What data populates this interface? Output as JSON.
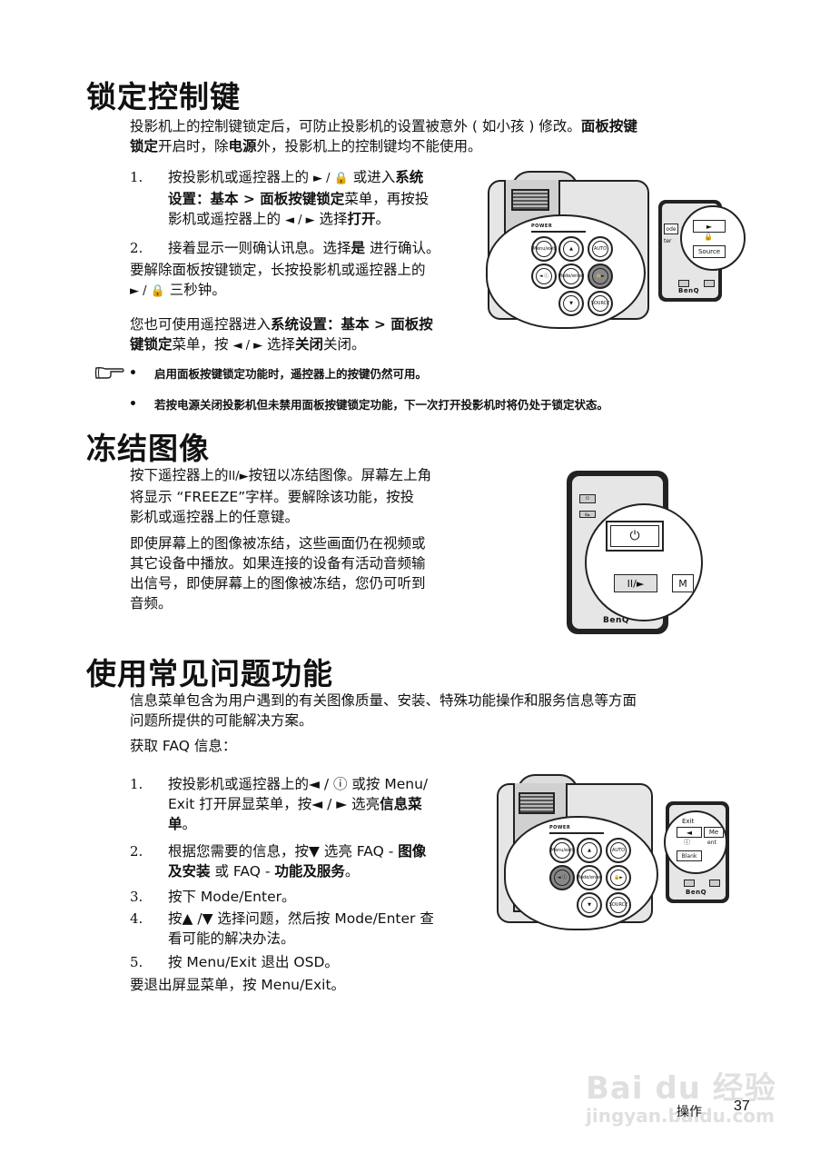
{
  "sections": {
    "lock": {
      "title": "锁定控制键",
      "intro_line1": "投影机上的控制键锁定后，可防止投影机的设置被意外 ( 如小孩 ) 修改。",
      "intro_bold1": "面板按键",
      "intro_bold2": "锁定",
      "intro_line2_rest": "开启时，除",
      "intro_bold3": "电源",
      "intro_line2_end": "外，投影机上的控制键均不能使用。",
      "steps": [
        {
          "num": "1.",
          "l1a": "按投影机或遥控器上的 ",
          "l1sym": "► / 🔒",
          "l1b": " 或进入",
          "l1bold": "系统",
          "l2bold": "设置：基本 > 面板按键锁定",
          "l2rest": "菜单，再按投",
          "l3a": "影机或遥控器上的 ",
          "l3sym": "◄ / ►",
          "l3b": " 选择",
          "l3bold": "打开",
          "l3end": "。"
        },
        {
          "num": "2.",
          "text_a": "接着显示一则确认讯息。选择",
          "text_bold": "是",
          "text_b": " 进行确认。"
        }
      ],
      "unlock_line1": "要解除面板按键锁定，长按投影机或遥控器上的",
      "unlock_sym": "► / 🔒",
      "unlock_line2": " 三秒钟。",
      "remote_line1_a": "您也可使用遥控器进入",
      "remote_line1_bold": "系统设置：基本 > 面板按",
      "remote_line2_bold": "键锁定",
      "remote_line2_a": "菜单，按 ",
      "remote_line2_sym": "◄ / ►",
      "remote_line2_b": " 选择",
      "remote_line2_bold2": "关闭",
      "remote_line2_end": "关闭。",
      "notes": [
        "启用面板按键锁定功能时，遥控器上的按键仍然可用。",
        "若按电源关闭投影机但未禁用面板按键锁定功能，下一次打开投影机时将仍处于锁定状态。"
      ]
    },
    "freeze": {
      "title": "冻结图像",
      "p1_l1a": "按下遥控器上的",
      "p1_l1sym": "II/►",
      "p1_l1b": "按钮以冻结图像。屏幕左上角",
      "p1_l2": "将显示 “FREEZE”字样。要解除该功能，按投",
      "p1_l3": "影机或遥控器上的任意键。",
      "p2_lines": [
        "即使屏幕上的图像被冻结，这些画面仍在视频或",
        "其它设备中播放。如果连接的设备有活动音频输",
        "出信号，即使屏幕上的图像被冻结，您仍可听到",
        "音频。"
      ]
    },
    "faq": {
      "title": "使用常见问题功能",
      "intro_l1": "信息菜单包含为用户遇到的有关图像质量、安装、特殊功能操作和服务信息等方面",
      "intro_l2": "问题所提供的可能解决方案。",
      "get_info": "获取 FAQ 信息：",
      "steps": [
        {
          "num": "1.",
          "l1": "按投影机或遥控器上的◄ / ⓘ 或按 Menu/",
          "l2": "Exit 打开屏显菜单，按◄ / ►  选亮",
          "l2bold": "信息菜",
          "l3bold": "单",
          "l3end": "。"
        },
        {
          "num": "2.",
          "l1": "根据您需要的信息，按▼ 选亮 FAQ - ",
          "l1bold": "图像",
          "l2bold": "及安装",
          "l2mid": " 或 FAQ - ",
          "l2bold2": "功能及服务",
          "l2end": "。"
        },
        {
          "num": "3.",
          "l1": "按下 Mode/Enter。"
        },
        {
          "num": "4.",
          "l1": "按▲ /▼ 选择问题，然后按 Mode/Enter 查",
          "l2": "看可能的解决办法。"
        },
        {
          "num": "5.",
          "l1": "按 Menu/Exit 退出 OSD。"
        }
      ],
      "exit_line": "要退出屏显菜单，按 Menu/Exit。"
    }
  },
  "illustrations": {
    "projector_label": "POWER",
    "projector_buttons": [
      "Menu/exit",
      "▲",
      "AUTO",
      "◄ ⓘ",
      "Mode/enter",
      "🔒►",
      "▼",
      "SOURCE"
    ],
    "remote_brand": "BenQ",
    "remote1_keys": [
      "►",
      "🔒",
      "Source",
      "ode",
      "ter"
    ],
    "remote2_keys": [
      "⏻",
      "II/►",
      "M"
    ],
    "remote3_keys": [
      "Exit",
      "◄",
      "ⓘ",
      "Blank",
      "Me",
      "ent"
    ]
  },
  "footer": {
    "section_label": "操作",
    "page_number": "37"
  },
  "watermark": {
    "brand": "Bai du 经验",
    "url": "jingyan.baidu.com"
  }
}
